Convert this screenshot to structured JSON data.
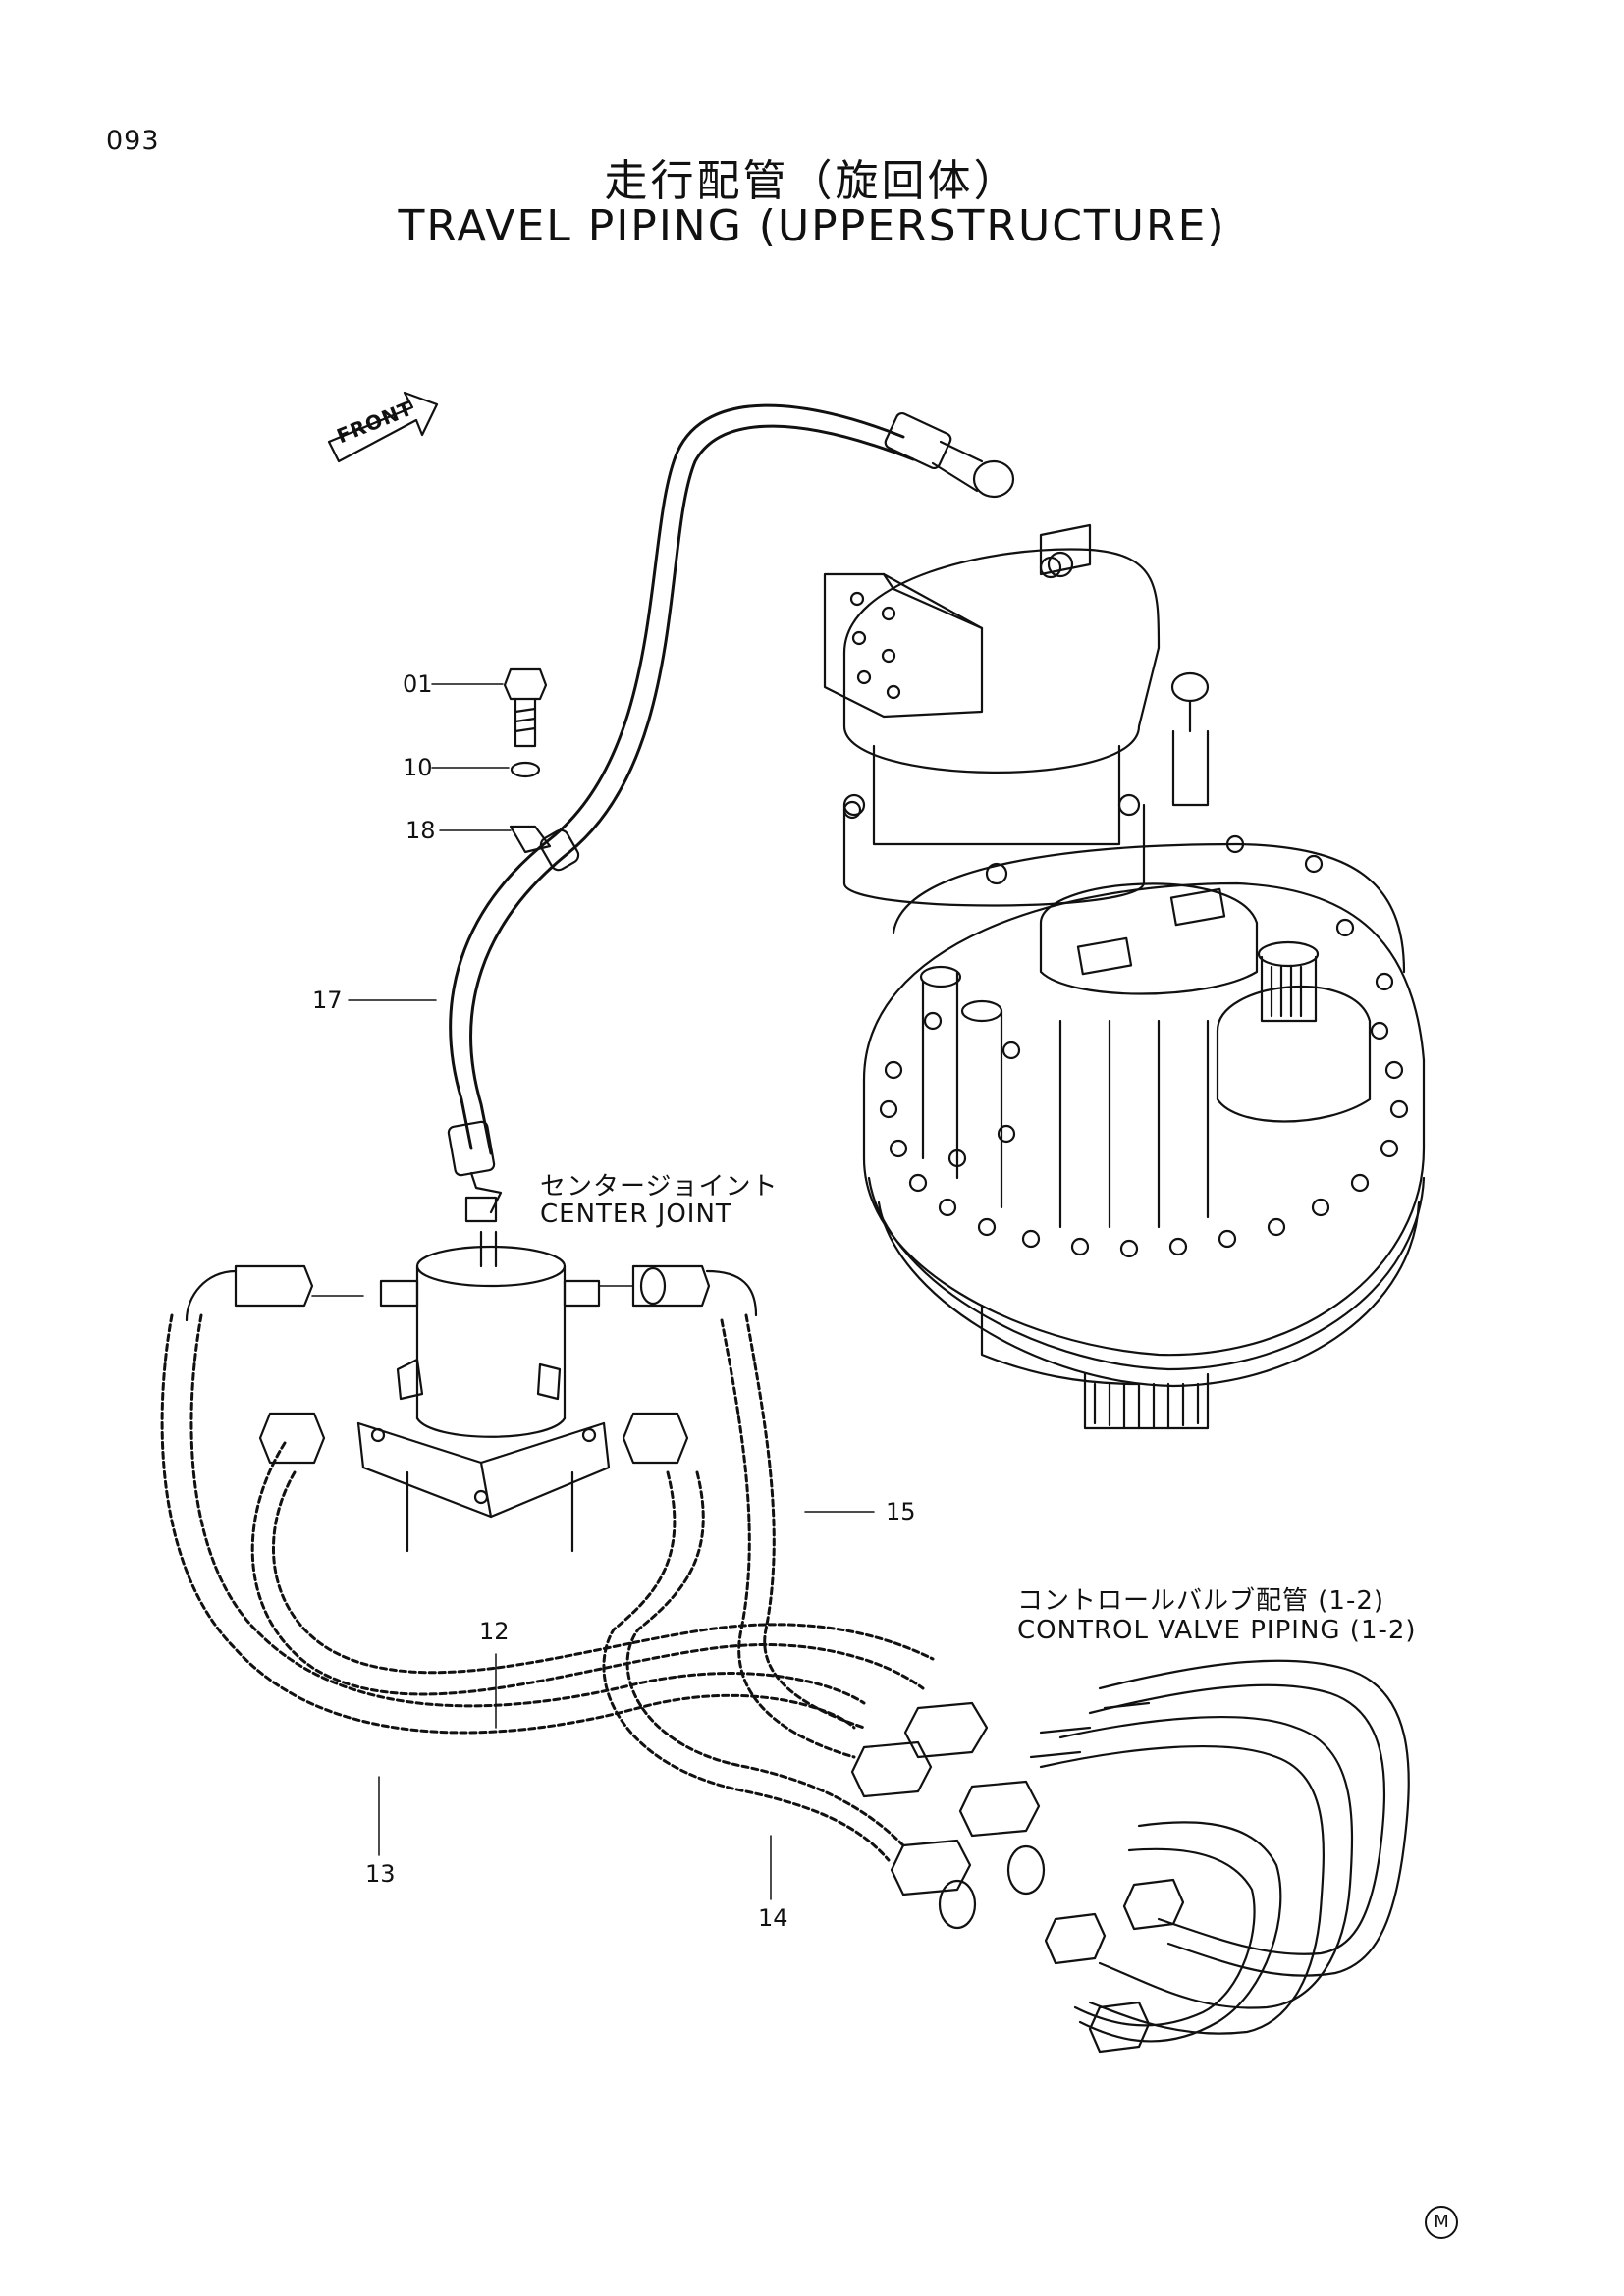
{
  "page_number": "093",
  "title_jp": "走行配管（旋回体）",
  "title_en": "TRAVEL PIPING (UPPERSTRUCTURE)",
  "front_label": "FRONT",
  "callouts": {
    "p01": "01",
    "p10": "10",
    "p18": "18",
    "p17": "17",
    "p15": "15",
    "p12": "12",
    "p13": "13",
    "p14": "14"
  },
  "center_joint_jp": "センタージョイント",
  "center_joint_en": "CENTER JOINT",
  "control_valve_jp": "コントロールバルブ配管 (1-2)",
  "control_valve_en": "CONTROL VALVE PIPING (1-2)",
  "corner_mark": "M"
}
